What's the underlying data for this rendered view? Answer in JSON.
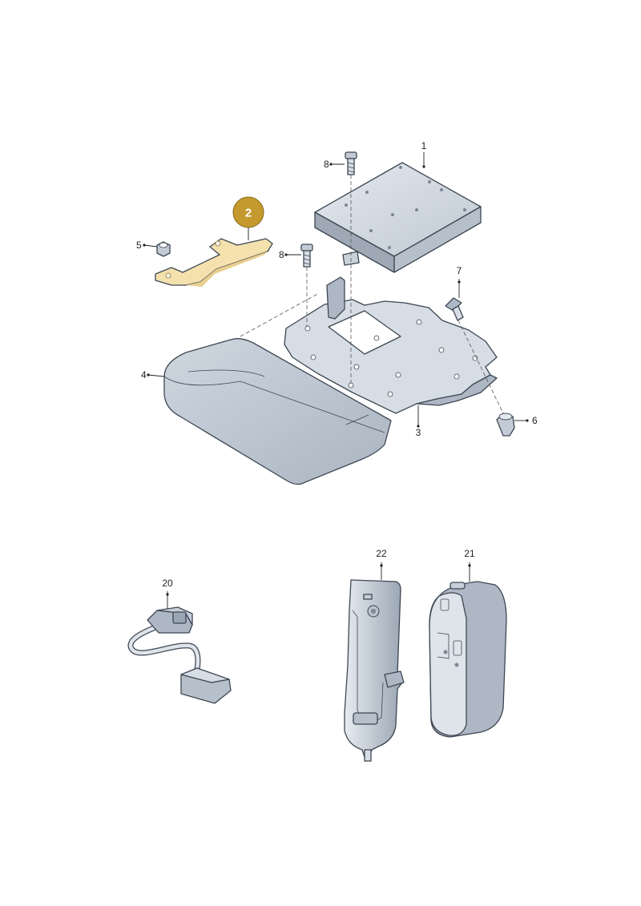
{
  "colors": {
    "part_fill": "#d2d9e1",
    "part_dark": "#aeb8c4",
    "part_stroke": "#3d4753",
    "highlight_part": "#f4e1ae",
    "highlight_badge": "#c49a2e"
  },
  "callouts": {
    "c1": "1",
    "c2": "2",
    "c3": "3",
    "c4": "4",
    "c5": "5",
    "c6": "6",
    "c7": "7",
    "c8a": "8",
    "c8b": "8",
    "c20": "20",
    "c21": "21",
    "c22": "22"
  }
}
